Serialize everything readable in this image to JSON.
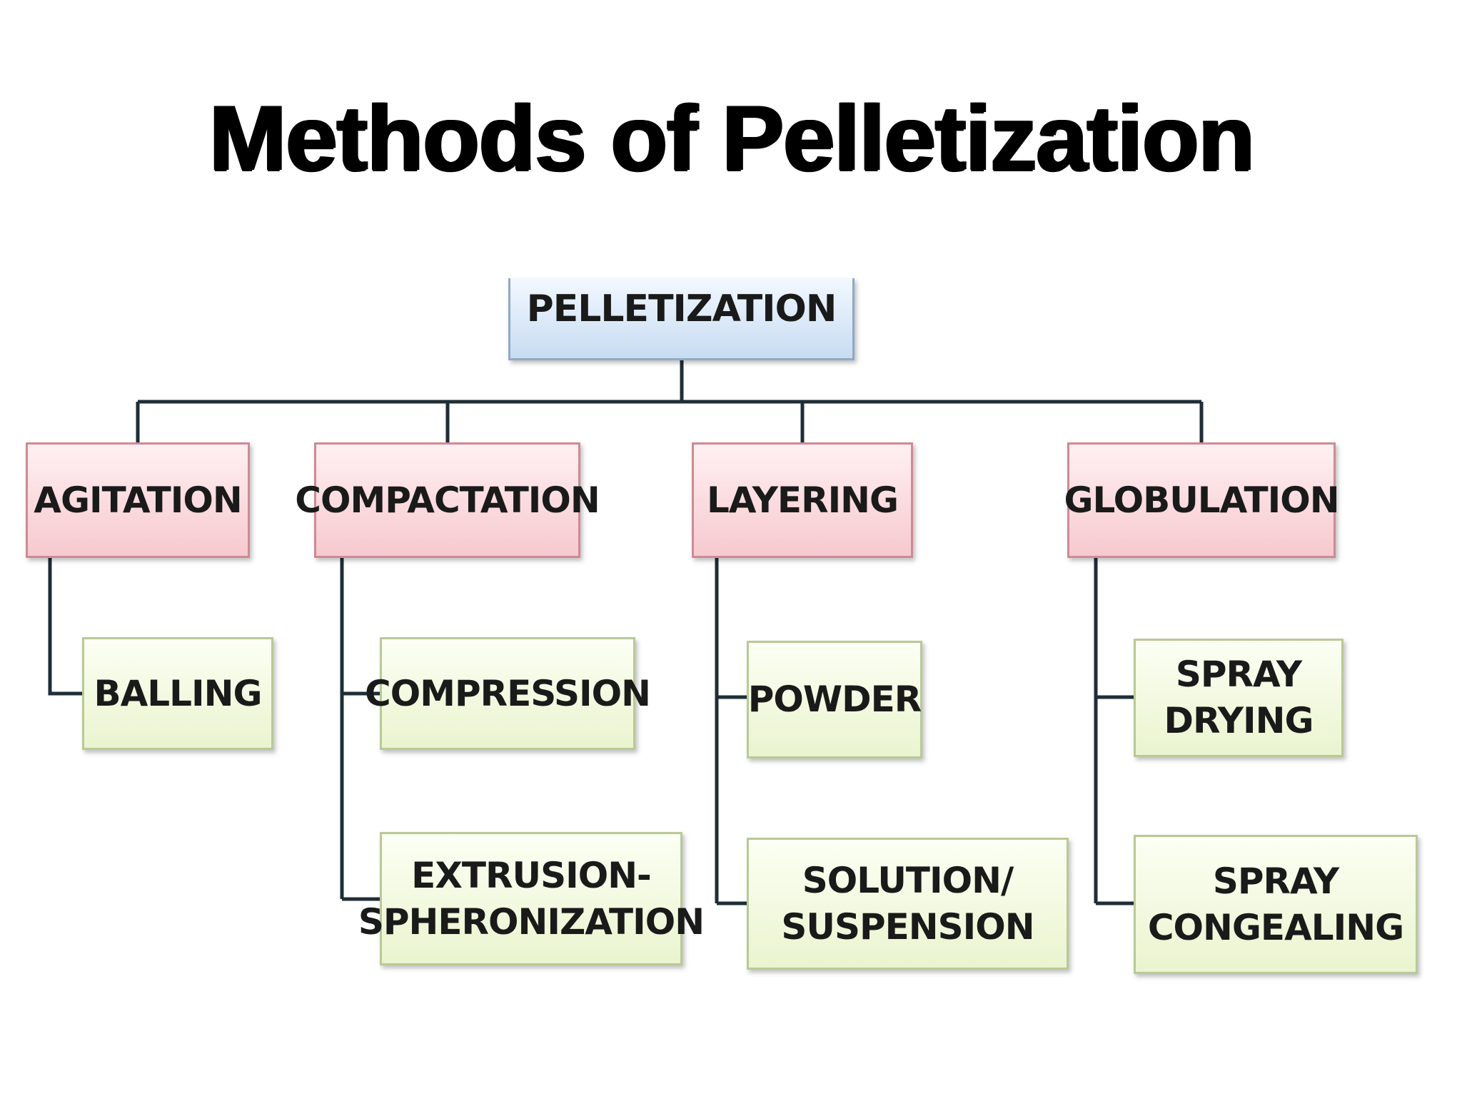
{
  "title": "Methods of Pelletization",
  "diagram": {
    "root": "PELLETIZATION",
    "categories": [
      {
        "label": "AGITATION",
        "children": [
          "BALLING"
        ]
      },
      {
        "label": "COMPACTATION",
        "children": [
          "COMPRESSION",
          "EXTRUSION-\nSPHERONIZATION"
        ]
      },
      {
        "label": "LAYERING",
        "children": [
          "POWDER",
          "SOLUTION/\nSUSPENSION"
        ]
      },
      {
        "label": "GLOBULATION",
        "children": [
          "SPRAY\nDRYING",
          "SPRAY\nCONGEALING"
        ]
      }
    ]
  },
  "colors": {
    "root_fill": "#d6e6f7",
    "category_fill": "#f9d6db",
    "leaf_fill": "#f2f8dc",
    "connector": "#1f2d36"
  }
}
